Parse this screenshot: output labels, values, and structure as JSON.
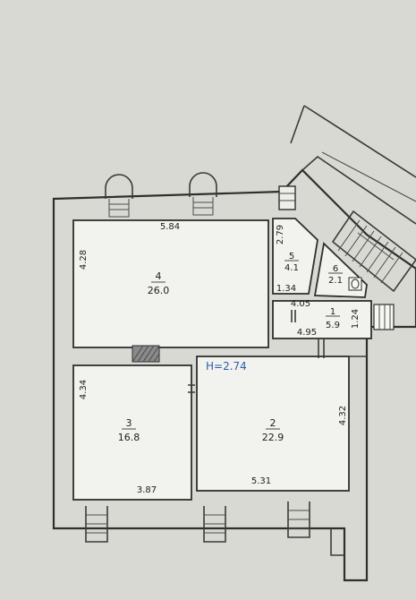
{
  "title": "",
  "height_label": "H=2.74",
  "colors": {
    "paper": "#d9d9d4",
    "room_fill": "#f2f2ee",
    "wall": "#2e2e2e",
    "height_label": "#2d5fa8"
  },
  "rooms": [
    {
      "number": "4",
      "area": "26.0"
    },
    {
      "number": "5",
      "area": "4.1"
    },
    {
      "number": "6",
      "area": "2.1"
    },
    {
      "number": "1",
      "area": "5.9"
    },
    {
      "number": "3",
      "area": "16.8"
    },
    {
      "number": "2",
      "area": "22.9"
    }
  ],
  "dimensions": {
    "room4_width": "5.84",
    "room4_height": "4.28",
    "room5_height": "2.79",
    "room5_width": "1.34",
    "room1_top": "4.05",
    "room1_width": "4.95",
    "room1_height": "1.24",
    "room3_height": "4.34",
    "room3_width": "3.87",
    "room2_width": "5.31",
    "room2_height": "4.32"
  }
}
